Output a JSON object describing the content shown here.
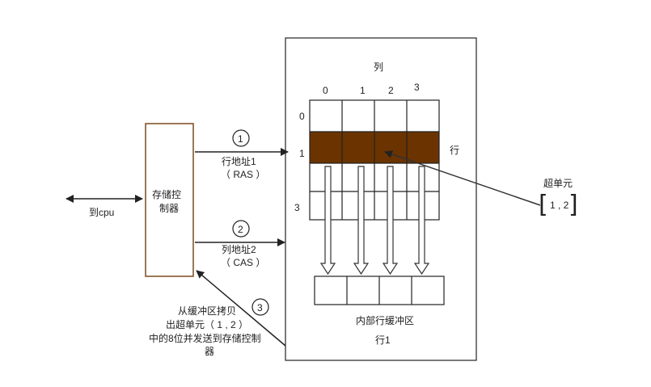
{
  "controller": {
    "label_line1": "存储控",
    "label_line2": "制器",
    "border_color": "#7a4a1e"
  },
  "cpu_link": {
    "label": "到cpu"
  },
  "dram": {
    "column_title": "列",
    "col_headers": [
      "0",
      "1",
      "2",
      "3"
    ],
    "row_headers": [
      "0",
      "1",
      "3"
    ],
    "row_title": "行",
    "highlight_color": "#6b3300",
    "buffer_label": "内部行缓冲区",
    "buffer_sublabel": "行1"
  },
  "steps": {
    "ras": {
      "num": "1",
      "line1": "行地址1",
      "line2": "（ RAS ）"
    },
    "cas": {
      "num": "2",
      "line1": "列地址2",
      "line2": "（ CAS ）"
    },
    "copy": {
      "num": "3",
      "line1": "从缓冲区拷贝",
      "line2": "出超单元（ 1 , 2 ）",
      "line3": "中的8位并发送到存储控制",
      "line4": "器"
    }
  },
  "supercell": {
    "label": "超单元",
    "coord": "1 , 2",
    "bracket_left": "[",
    "bracket_right": "]"
  }
}
